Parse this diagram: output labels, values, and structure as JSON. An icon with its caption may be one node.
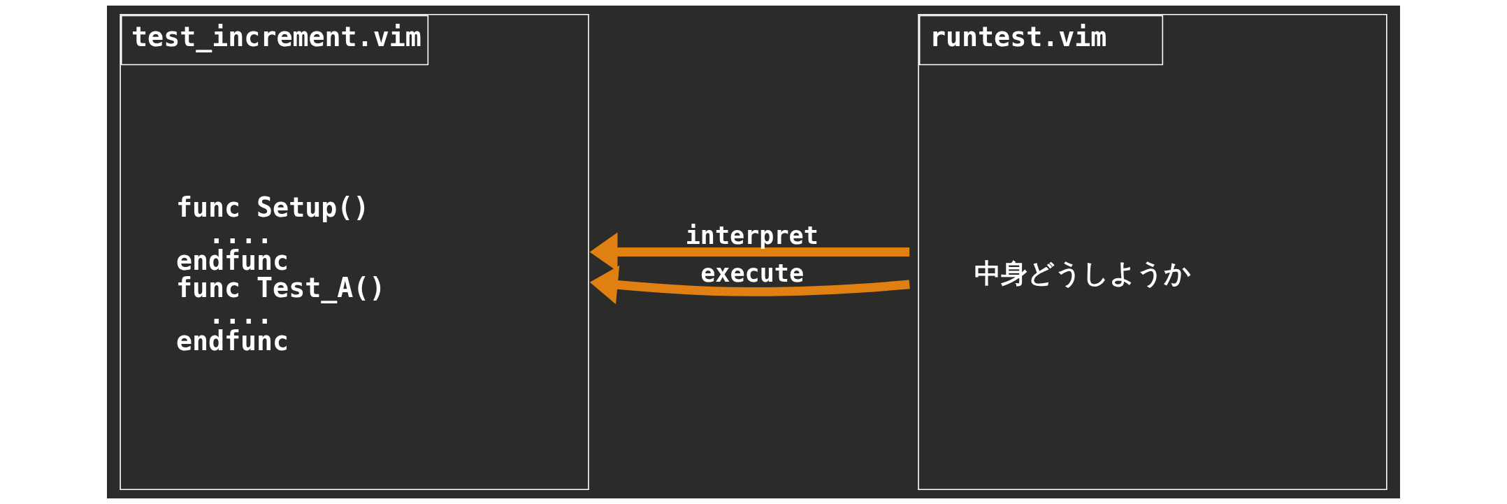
{
  "diagram": {
    "nodes": [
      {
        "text": [
          "test_increment.vim",
          "func Setup()",
          "....",
          "endfunc",
          "func Test_A()",
          "....",
          "endfunc"
        ]
      },
      {
        "text": [
          "runtest.vim",
          "中身どうしようか"
        ]
      }
    ],
    "edges": [
      {
        "from": 1,
        "to": 0,
        "arrow": "to",
        "label": "interpret"
      },
      {
        "from": 1,
        "to": 0,
        "arrow": "to",
        "label": "execute"
      }
    ]
  }
}
